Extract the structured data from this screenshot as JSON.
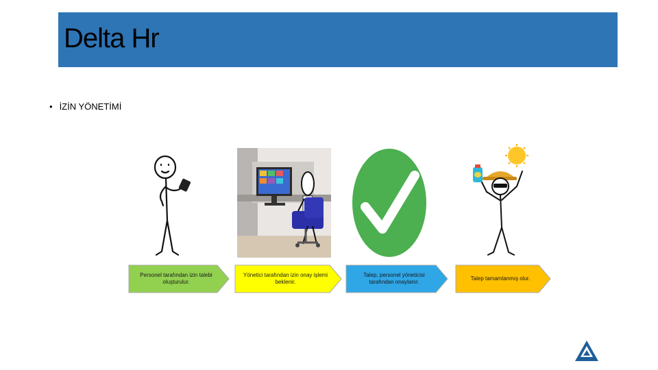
{
  "header": {
    "title": "Delta Hr",
    "bar_color": "#2e75b6"
  },
  "bullet": {
    "text": "İZİN YÖNETİMİ"
  },
  "steps": [
    {
      "label": "Personel tarafından izin talebi oluşturulur.",
      "color": "#92d050"
    },
    {
      "label": "Yönetici tarafından izin onay işlemi beklenir.",
      "color": "#ffff00"
    },
    {
      "label": "Talep, personel yöneticisi tarafından onaylanır.",
      "color": "#2fa6e6"
    },
    {
      "label": "Talep tamamlanmış olur.",
      "color": "#ffc000"
    }
  ],
  "illustrations": [
    "stick-figure-phone",
    "office-manager-desk",
    "check-mark",
    "stick-figure-vacation"
  ],
  "logo": {
    "name": "delta-logo",
    "color": "#1f5f99"
  }
}
